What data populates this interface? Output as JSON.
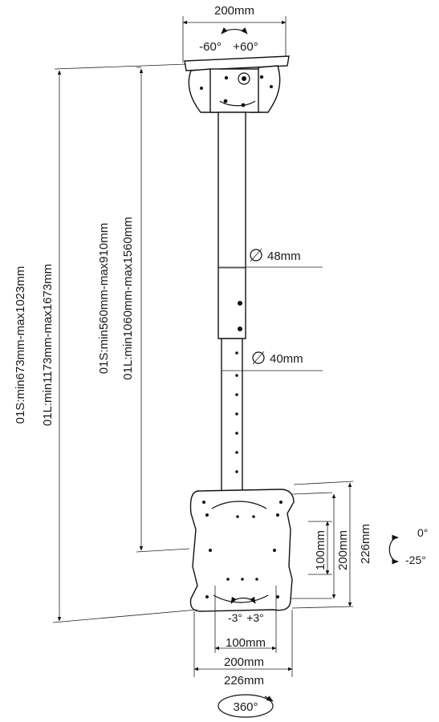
{
  "labels": {
    "top_width": "200mm",
    "swivel_left": "-60°",
    "swivel_right": "+60°",
    "tube_upper_diameter": "48mm",
    "tube_lower_diameter": "40mm",
    "height_total_s": "01S:min673mm-max1023mm",
    "height_total_l": "01L:min1173mm-max1673mm",
    "height_inner_s": "01S:min560mm-max910mm",
    "height_inner_l": "01L:min1060mm-max1560mm",
    "vesa_v100": "100mm",
    "vesa_v200": "200mm",
    "vesa_v226": "226mm",
    "tilt_top": "0°",
    "tilt_bottom": "-25°",
    "level_left": "-3°",
    "level_right": "+3°",
    "vesa_h100": "100mm",
    "vesa_h200": "200mm",
    "vesa_h226": "226mm",
    "rotation": "360°"
  }
}
